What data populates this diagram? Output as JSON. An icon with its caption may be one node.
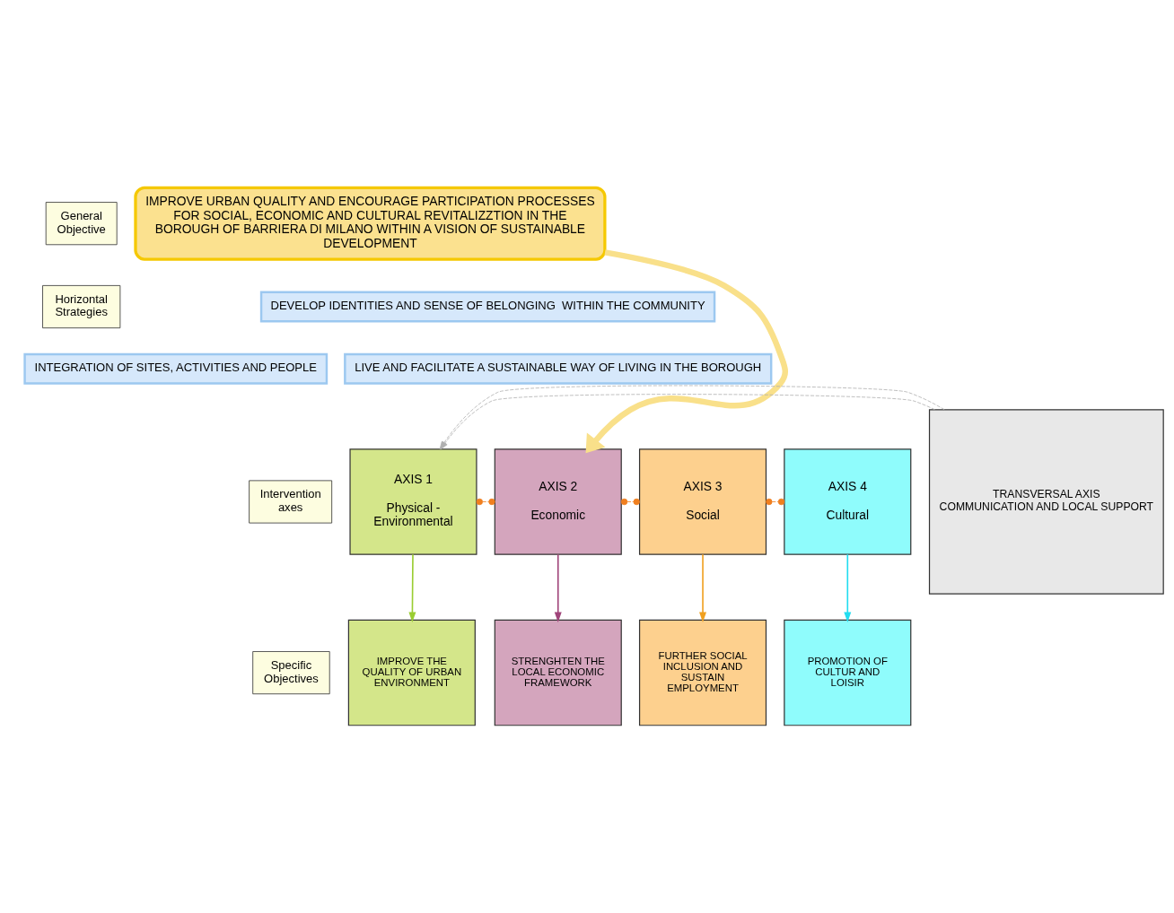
{
  "diagram": {
    "nodes": [
      {
        "text": [
          "General Objective"
        ]
      },
      {
        "text": [
          "Horizontal Strategies"
        ]
      },
      {
        "text": [
          "Intervention axes"
        ]
      },
      {
        "text": [
          "Specific Objectives"
        ]
      },
      {
        "text": [
          "IMPROVE URBAN QUALITY AND ENCOURAGE PARTICIPATION PROCESSES FOR SOCIAL, ECONOMIC AND CULTURAL REVITALIZZTION IN THE BOROUGH OF BARRIERA DI MILANO WITHIN A VISION OF SUSTAINABLE DEVELOPMENT"
        ]
      },
      {
        "text": [
          "INTEGRATION OF SITES, ACTIVITIES AND PEOPLE"
        ]
      },
      {
        "text": [
          "DEVELOP IDENTITIES AND SENSE OF BELONGING  WITHIN THE COMMUNITY"
        ]
      },
      {
        "text": [
          "LIVE AND FACILITATE A SUSTAINABLE WAY OF LIVING IN THE BOROUGH"
        ]
      },
      {
        "text": [
          "AXIS 1",
          "Physical - Environmental"
        ]
      },
      {
        "text": [
          "AXIS 2",
          "Economic"
        ]
      },
      {
        "text": [
          "AXIS 3",
          "Social"
        ]
      },
      {
        "text": [
          "AXIS 4",
          "Cultural"
        ]
      },
      {
        "text": [
          "IMPROVE THE QUALITY OF URBAN ENVIRONMENT"
        ]
      },
      {
        "text": [
          "STRENGHTEN THE LOCAL ECONOMIC FRAMEWORK"
        ]
      },
      {
        "text": [
          "FURTHER SOCIAL INCLUSION AND SUSTAIN EMPLOYMENT"
        ]
      },
      {
        "text": [
          "PROMOTION OF CULTUR AND LOISIR"
        ]
      },
      {
        "text": [
          "TRANSVERSAL AXIS",
          "COMMUNICATION AND LOCAL SUPPORT"
        ]
      }
    ],
    "edges": [
      {
        "from": 4,
        "to": 9,
        "arrow": "to",
        "style": "thick",
        "color": "#f9e08a"
      },
      {
        "from": 16,
        "to": 8,
        "arrow": "to",
        "style": "dashed",
        "color": "#b0b0b0"
      },
      {
        "from": 16,
        "to": 8,
        "arrow": "to",
        "style": "dashed",
        "color": "#b0b0b0"
      },
      {
        "from": 8,
        "to": 9,
        "arrow": "other",
        "style": "dashed",
        "color": "#f07f1f"
      },
      {
        "from": 9,
        "to": 10,
        "arrow": "other",
        "style": "dashed",
        "color": "#f07f1f"
      },
      {
        "from": 10,
        "to": 11,
        "arrow": "other",
        "style": "dashed",
        "color": "#f07f1f"
      },
      {
        "from": 8,
        "to": 12,
        "arrow": "to",
        "color": "#9acd32"
      },
      {
        "from": 9,
        "to": 13,
        "arrow": "to",
        "color": "#a0457a"
      },
      {
        "from": 10,
        "to": 14,
        "arrow": "to",
        "color": "#f0a020"
      },
      {
        "from": 11,
        "to": 15,
        "arrow": "to",
        "color": "#22ddf0"
      }
    ]
  }
}
